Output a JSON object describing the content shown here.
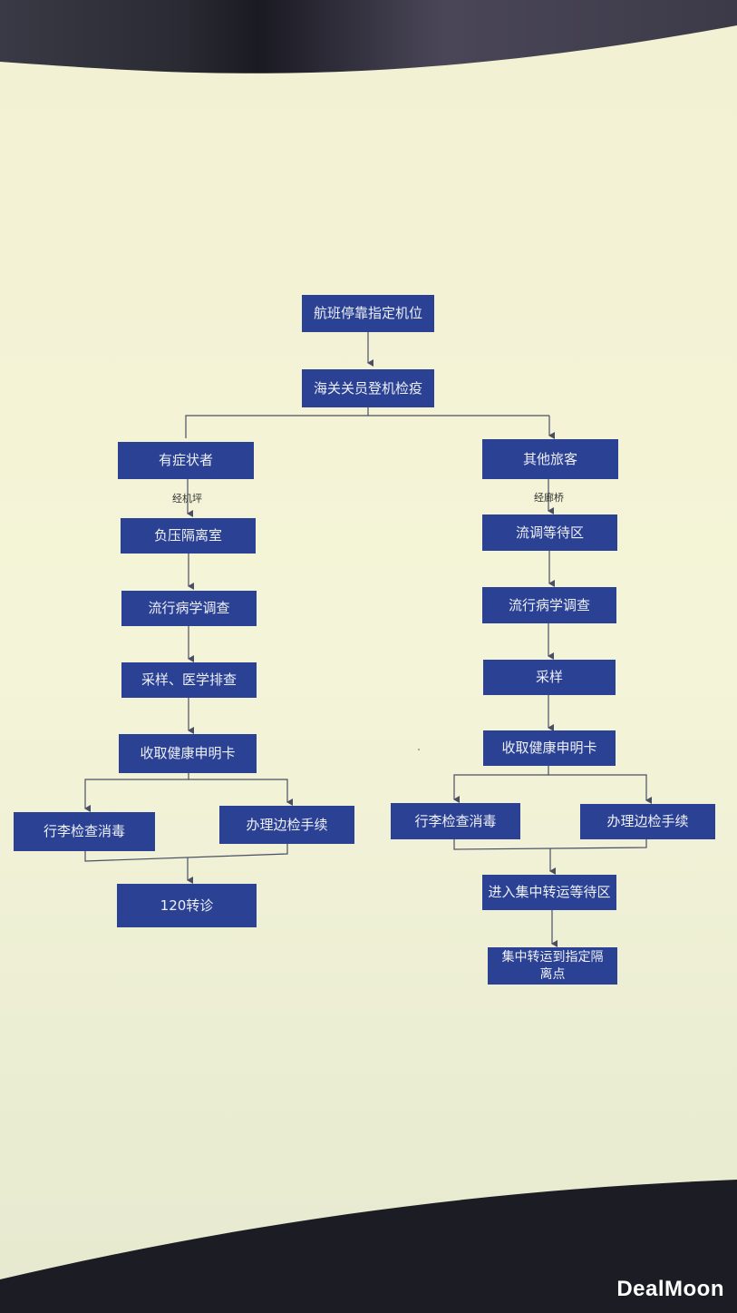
{
  "diagram": {
    "nodes": {
      "start": "航班停靠指定机位",
      "customs": "海关关员登机检疫",
      "left": {
        "symptomatic": "有症状者",
        "negative_room": "负压隔离室",
        "epi_survey": "流行病学调查",
        "sampling": "采样、医学排查",
        "health_card": "收取健康申明卡",
        "luggage": "行李检查消毒",
        "border": "办理边检手续",
        "transfer_120": "120转诊"
      },
      "right": {
        "other": "其他旅客",
        "waiting": "流调等待区",
        "epi_survey": "流行病学调查",
        "sampling": "采样",
        "health_card": "收取健康申明卡",
        "luggage": "行李检查消毒",
        "border": "办理边检手续",
        "central_wait": "进入集中转运等待区",
        "central_transfer": "集中转运到指定隔离点"
      }
    },
    "edge_labels": {
      "left": "经机坪",
      "right": "经廊桥"
    }
  },
  "watermark": "DealMoon"
}
